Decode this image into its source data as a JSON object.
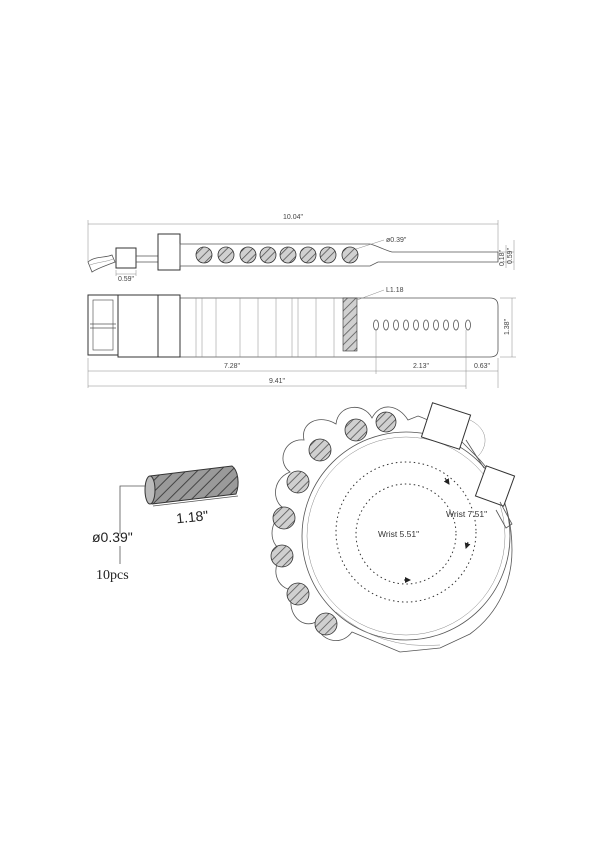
{
  "colors": {
    "line": "#555555",
    "hatch": "#666666",
    "background": "#ffffff"
  },
  "top_view": {
    "total_length": "10.04\"",
    "stud_diameter": "ø0.39\"",
    "buckle_width": "0.59\"",
    "thickness_small": "0.18\"",
    "thickness_large": "0.59\""
  },
  "front_view": {
    "hole_label": "L1.18",
    "height": "1.38\"",
    "length_a": "7.28\"",
    "length_b": "2.13\"",
    "length_c": "0.63\"",
    "length_total": "9.41\""
  },
  "part": {
    "length": "1.18\"",
    "diameter": "ø0.39\"",
    "quantity": "10pcs"
  },
  "wrist": {
    "inner": "Wrist 5.51\"",
    "outer": "Wrist 7.51\""
  }
}
